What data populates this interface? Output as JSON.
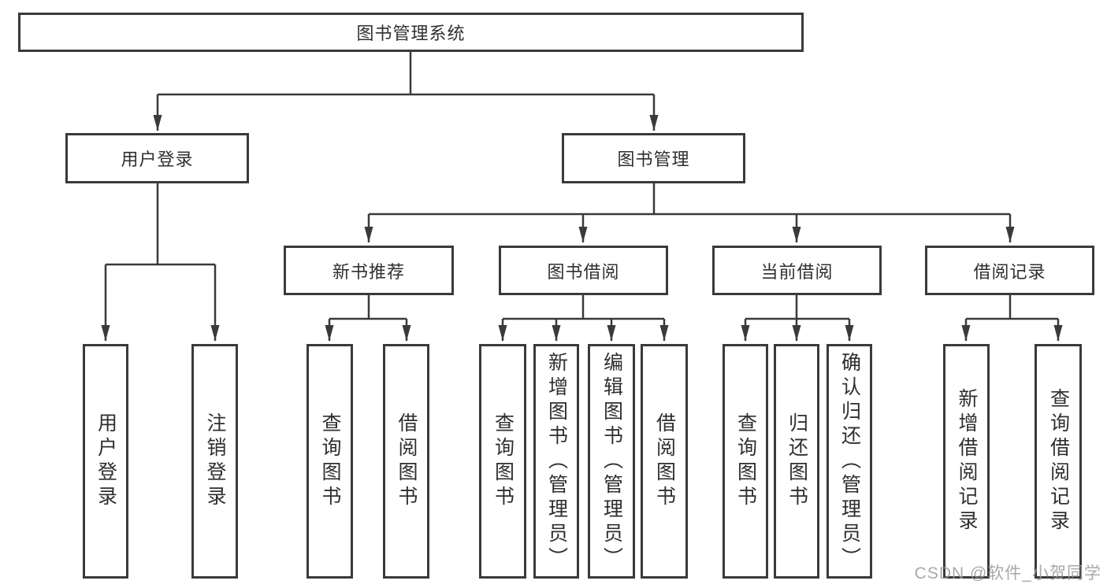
{
  "diagram": {
    "root": "图书管理系统",
    "user_login": {
      "label": "用户登录",
      "children": [
        "用户登录",
        "注销登录"
      ]
    },
    "book_mgmt": {
      "label": "图书管理",
      "sections": [
        {
          "label": "新书推荐",
          "children": [
            "查询图书",
            "借阅图书"
          ]
        },
        {
          "label": "图书借阅",
          "children": [
            "查询图书",
            "新增图书（管理员）",
            "编辑图书（管理员）",
            "借阅图书"
          ]
        },
        {
          "label": "当前借阅",
          "children": [
            "查询图书",
            "归还图书",
            "确认归还（管理员）"
          ]
        },
        {
          "label": "借阅记录",
          "children": [
            "新增借阅记录",
            "查询借阅记录"
          ]
        }
      ]
    }
  },
  "line_color": "#3a3a3a",
  "watermark": "CSDN @软件_小贺同学"
}
